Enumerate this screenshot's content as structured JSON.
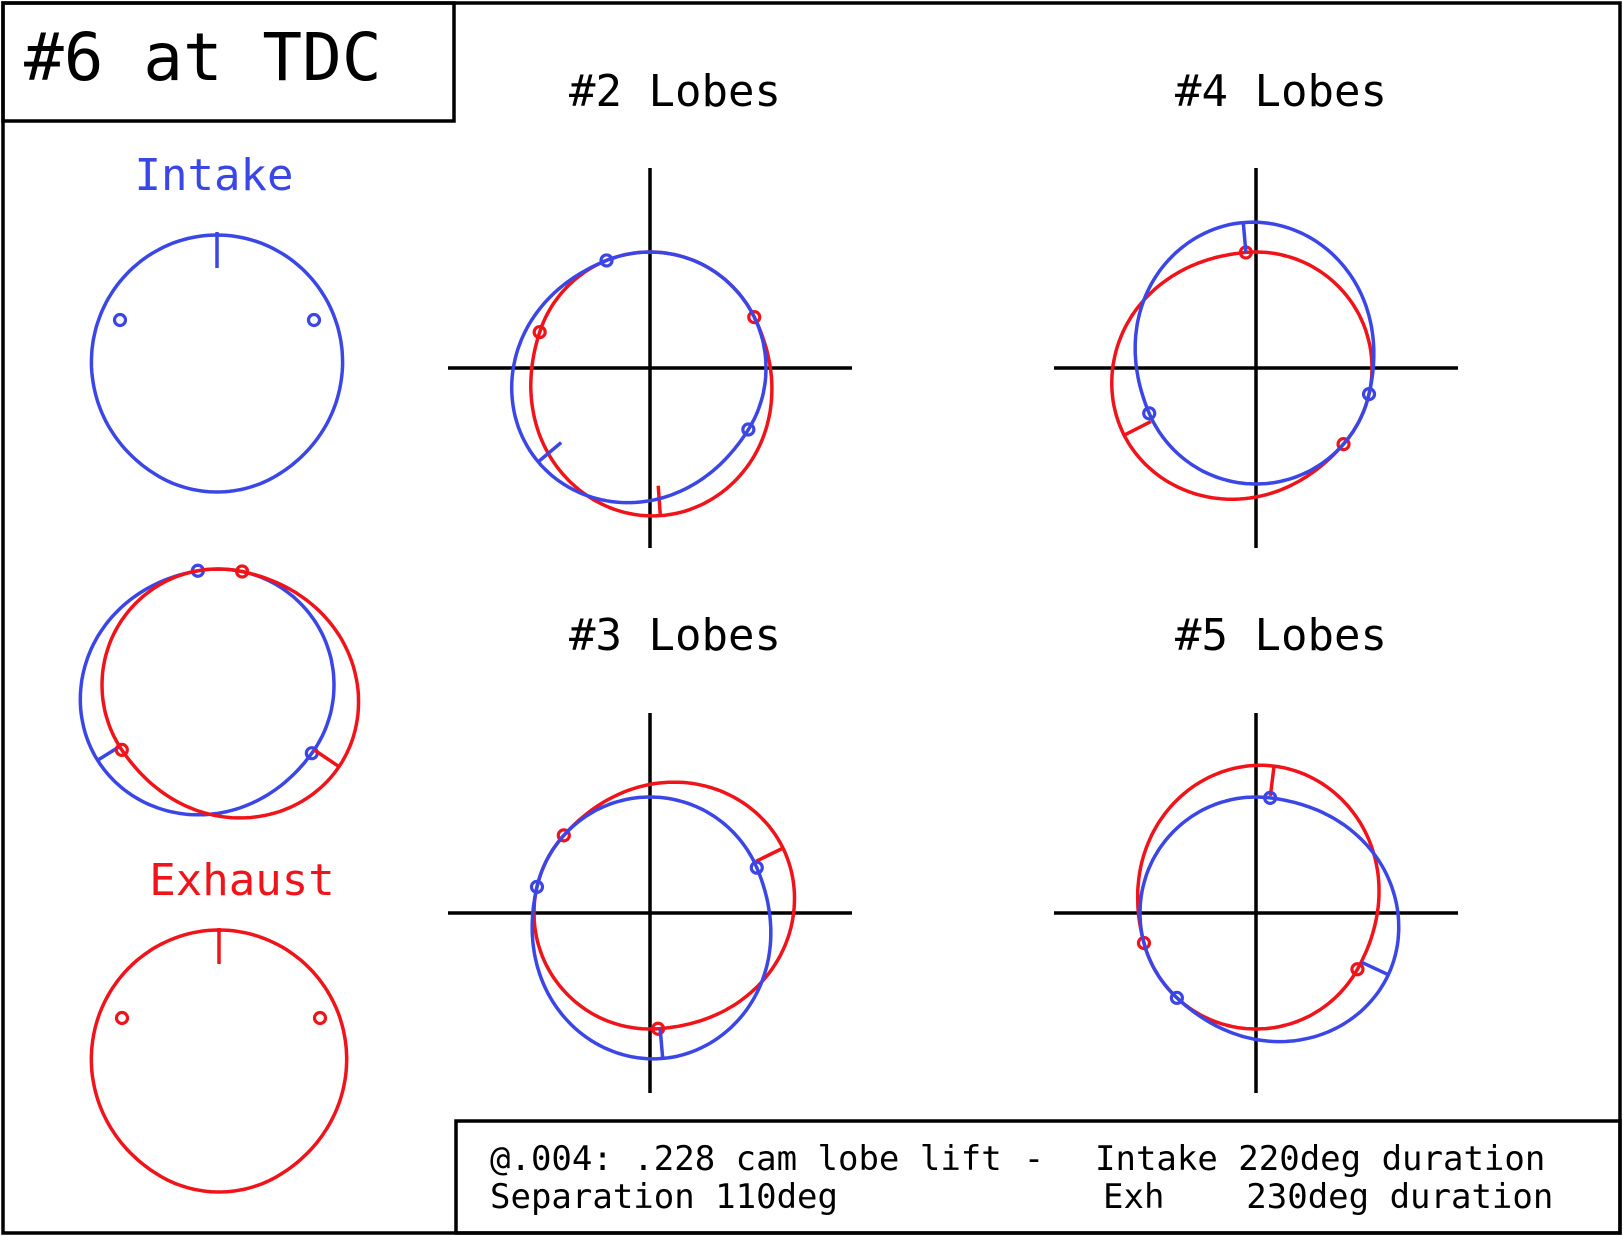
{
  "title_box": {
    "label": "#6 at TDC"
  },
  "legend": {
    "intake": {
      "label": "Intake",
      "color": "#3b46e6"
    },
    "exhaust": {
      "label": "Exhaust",
      "color": "#f0141a"
    }
  },
  "panels": [
    {
      "id": "2",
      "title": "#2 Lobes",
      "intake_rotation_deg": 230,
      "exhaust_rotation_deg": 176
    },
    {
      "id": "4",
      "title": "#4 Lobes",
      "intake_rotation_deg": 355,
      "exhaust_rotation_deg": 243
    },
    {
      "id": "3",
      "title": "#3 Lobes",
      "intake_rotation_deg": 175,
      "exhaust_rotation_deg": 64
    },
    {
      "id": "5",
      "title": "#5 Lobes",
      "intake_rotation_deg": 115,
      "exhaust_rotation_deg": 7
    }
  ],
  "info": {
    "line1_left": "@.004: .228 cam lobe lift",
    "line1_dash": "-",
    "line1_right": "Intake 220deg duration",
    "line2_left": "Separation 110deg",
    "line2_right": "Exh    230deg duration"
  },
  "cam_specs": {
    "checking_height_in": 0.004,
    "lobe_lift_in": 0.228,
    "intake_duration_deg": 220,
    "exhaust_duration_deg": 230,
    "lobe_separation_deg": 110
  }
}
